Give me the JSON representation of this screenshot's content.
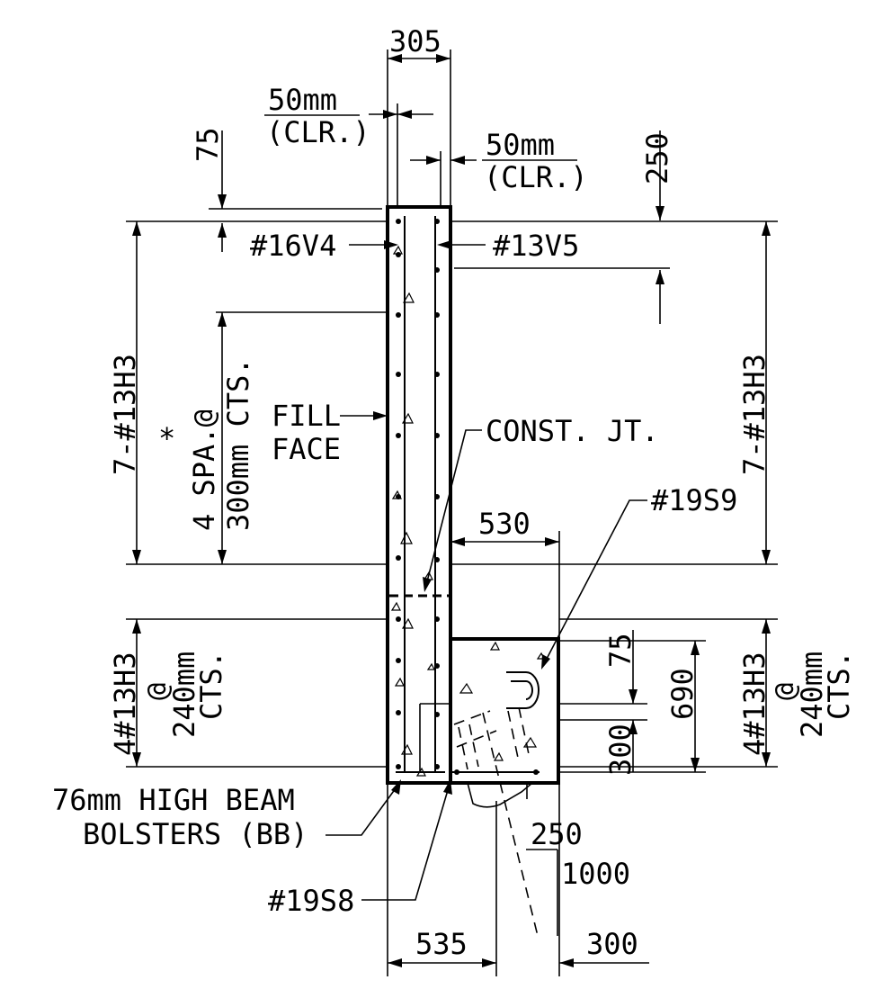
{
  "labels": {
    "dim_305": "305",
    "clr_left_top": "50mm",
    "clr_left_bottom": "(CLR.)",
    "clr_right_top": "50mm",
    "clr_right_bottom": "(CLR.)",
    "dim_75_top": "75",
    "dim_250_top": "250",
    "bar_16v4": "#16V4",
    "bar_13v5": "#13V5",
    "left_upper_bars": "7-#13H3",
    "right_upper_bars": "7-#13H3",
    "star": "*",
    "spa_line1": "4 SPA.@",
    "spa_line2": "300mm CTS.",
    "fill_line1": "FILL",
    "fill_line2": "FACE",
    "const_jt": "CONST. JT.",
    "bar_19s9": "#19S9",
    "dim_530": "530",
    "left_lower_line1": "4#13H3",
    "left_lower_line2": "@",
    "left_lower_line3": "240mm",
    "left_lower_line4": "CTS.",
    "right_lower_line1": "4#13H3",
    "right_lower_line2": "@",
    "right_lower_line3": "240mm",
    "right_lower_line4": "CTS.",
    "dim_75_footing": "75",
    "dim_300_footing": "300",
    "dim_690": "690",
    "bolster_line1": "76mm HIGH BEAM",
    "bolster_line2": "BOLSTERS (BB)",
    "bar_19s8": "#19S8",
    "dim_250_bottom": "250",
    "dim_1000": "1000",
    "dim_535": "535",
    "dim_300_bottom": "300"
  }
}
